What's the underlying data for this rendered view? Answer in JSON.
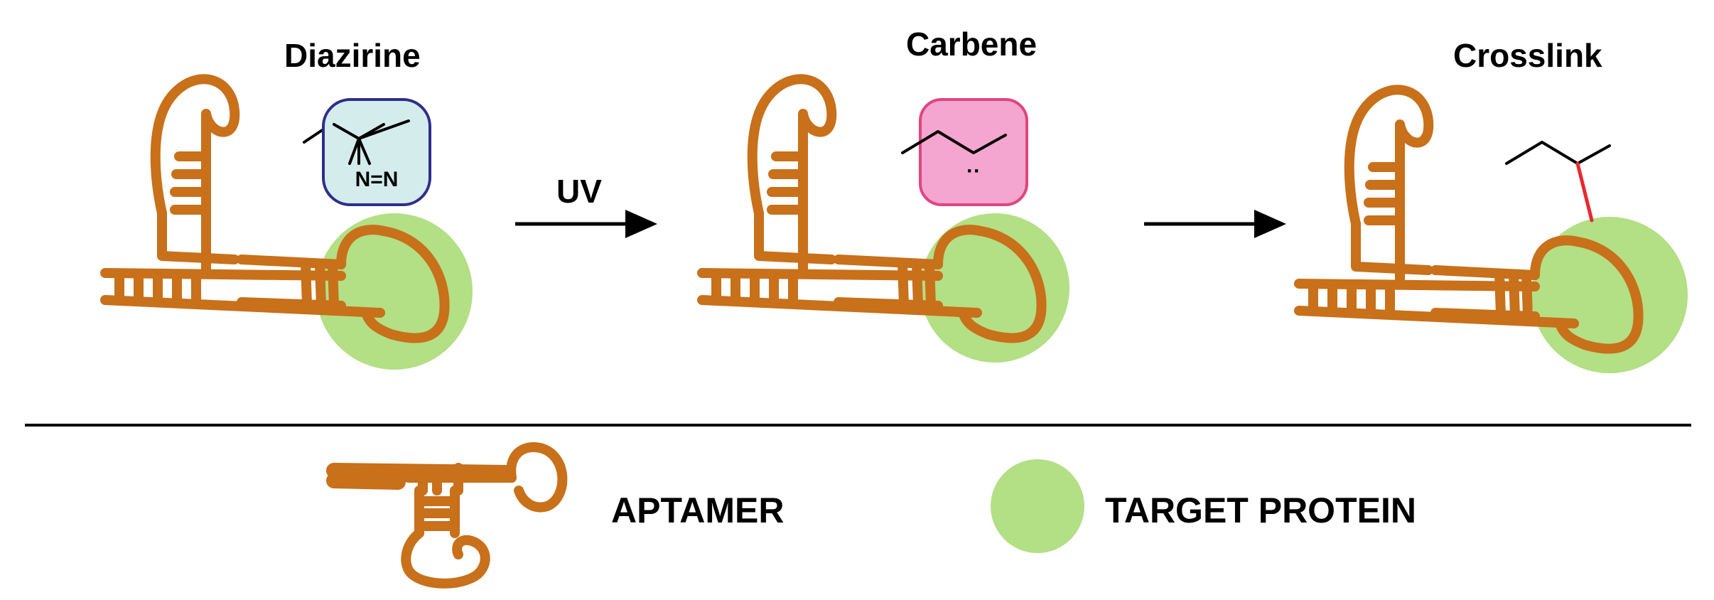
{
  "stages": [
    {
      "title": "Diazirine",
      "group_label": "N=N",
      "group_fill": "#D5ECEC",
      "group_stroke": "#2E2E8C"
    },
    {
      "title": "Carbene",
      "group_label": "··",
      "group_fill": "#F4A6D0",
      "group_stroke": "#E0457E"
    },
    {
      "title": "Crosslink",
      "crosslink_color": "#E8282E"
    }
  ],
  "arrows": [
    {
      "label": "UV"
    },
    {
      "label": ""
    }
  ],
  "legend": {
    "aptamer_label": "APTAMER",
    "protein_label": "TARGET PROTEIN"
  },
  "colors": {
    "aptamer": "#C8701A",
    "protein": "#B3DF85"
  }
}
